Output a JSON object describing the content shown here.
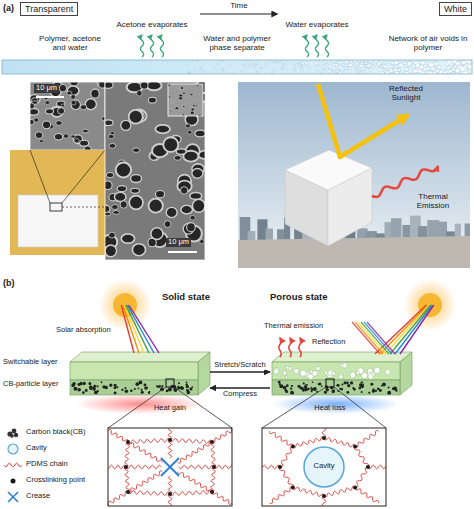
{
  "diagram": {
    "nodes": [
      {
        "text": [
          "Transparent"
        ]
      },
      {
        "text": [
          "White"
        ]
      },
      {
        "text": [
          "Solid state"
        ]
      },
      {
        "text": [
          "Porous state"
        ]
      }
    ],
    "edges": [
      {
        "from": 2,
        "to": 3,
        "arrow": "to",
        "label": "Stretch/Scratch"
      },
      {
        "from": 3,
        "to": 2,
        "arrow": "to",
        "label": "Compress"
      }
    ],
    "labels": [
      "(a)",
      "Time",
      "Polymer, acetone and water",
      "Acetone evaporates",
      "Water and polymer phase separate",
      "Water evaporates",
      "Network of air voids in polymer",
      "10 μm",
      "10 μm",
      "Reflected Sunlight",
      "Thermal Emission",
      "(b)",
      "Solar absorption",
      "Switchable layer",
      "CB-particle layer",
      "Heat gain",
      "Thermal emission",
      "Reflection",
      "Heat loss",
      "Cavity"
    ],
    "legend": [
      {
        "text": "Carbon black(CB)"
      },
      {
        "text": "Cavity"
      },
      {
        "text": "PDMS chain"
      },
      {
        "text": "Crosslinking point"
      },
      {
        "text": "Crease"
      }
    ]
  }
}
